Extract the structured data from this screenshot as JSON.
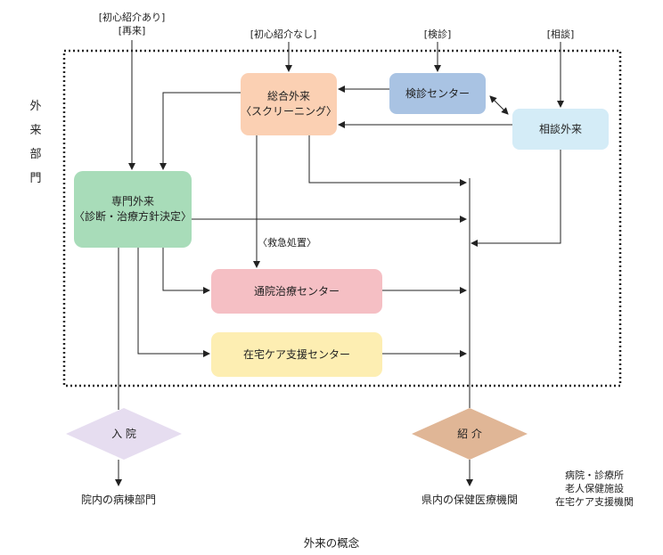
{
  "title": "外来の概念",
  "region_label": "外来部門",
  "inputs": {
    "referral_yes": [
      "[初心紹介あり]",
      "[再来]"
    ],
    "referral_no": "[初心紹介なし]",
    "checkup": "[検診]",
    "consult": "[相談]"
  },
  "boxes": {
    "general": [
      "総合外来",
      "〈スクリーニング〉"
    ],
    "checkup_center": "検診センター",
    "consult_clinic": "相談外来",
    "specialty": [
      "専門外来",
      "〈診断・治療方針決定〉"
    ],
    "outpatient_treatment": "通院治療センター",
    "home_care": "在宅ケア支援センター"
  },
  "emergency_label": "〈救急処置〉",
  "decisions": {
    "admission": "入 院",
    "referral": "紹 介"
  },
  "outputs": {
    "ward": "院内の病棟部門",
    "prefecture": "県内の保健医療機関",
    "facilities": [
      "病院・診療所",
      "老人保健施設",
      "在宅ケア支援機関"
    ]
  },
  "colors": {
    "general": "#fbd0b3",
    "checkup_center": "#a9c3e3",
    "consult_clinic": "#d4ecf7",
    "specialty": "#a8dcb9",
    "outpatient_treatment": "#f5bfc4",
    "home_care": "#fdeeb2",
    "admission": "#e6ddf0",
    "referral": "#e0b696"
  }
}
